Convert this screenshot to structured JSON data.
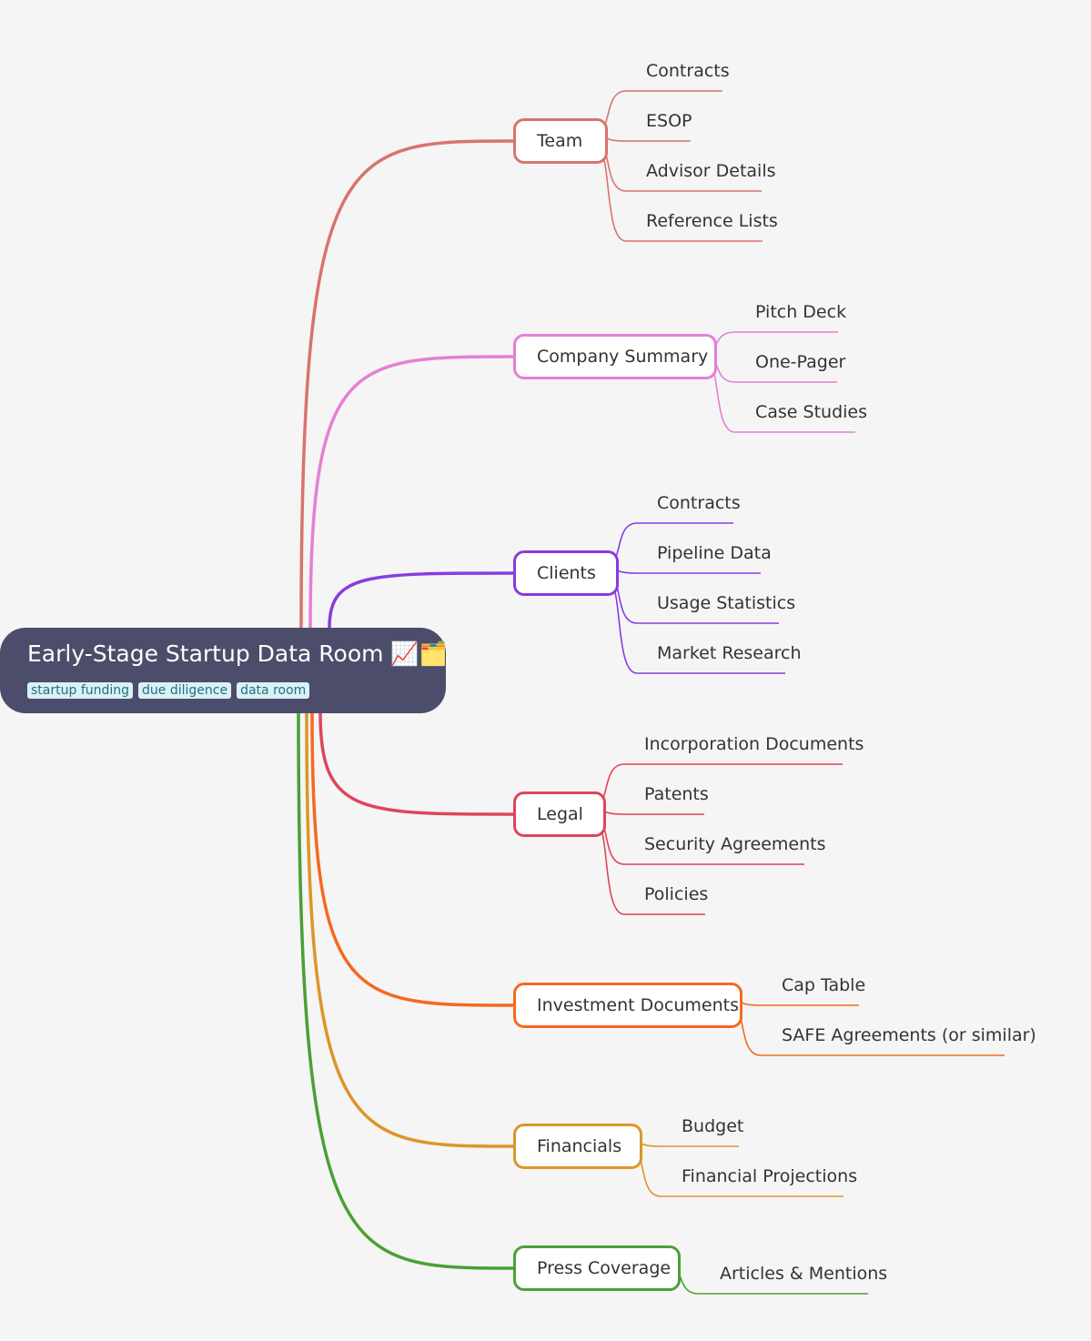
{
  "root": {
    "title": "Early-Stage Startup Data Room 📈🗂️",
    "tags": [
      "startup funding",
      "due diligence",
      "data room"
    ]
  },
  "branches": [
    {
      "label": "Team",
      "color": "#d9736f",
      "children": [
        "Contracts",
        "ESOP",
        "Advisor Details",
        "Reference Lists"
      ]
    },
    {
      "label": "Company Summary",
      "color": "#e57fd4",
      "children": [
        "Pitch Deck",
        "One-Pager",
        "Case Studies"
      ]
    },
    {
      "label": "Clients",
      "color": "#8a3be0",
      "children": [
        "Contracts",
        "Pipeline Data",
        "Usage Statistics",
        "Market Research"
      ]
    },
    {
      "label": "Legal",
      "color": "#de4559",
      "children": [
        "Incorporation Documents",
        "Patents",
        "Security Agreements",
        "Policies"
      ]
    },
    {
      "label": "Investment Documents",
      "color": "#f5691f",
      "children": [
        "Cap Table",
        "SAFE Agreements (or similar)"
      ]
    },
    {
      "label": "Financials",
      "color": "#db9629",
      "children": [
        "Budget",
        "Financial Projections"
      ]
    },
    {
      "label": "Press Coverage",
      "color": "#4aa035",
      "children": [
        "Articles & Mentions"
      ]
    }
  ]
}
